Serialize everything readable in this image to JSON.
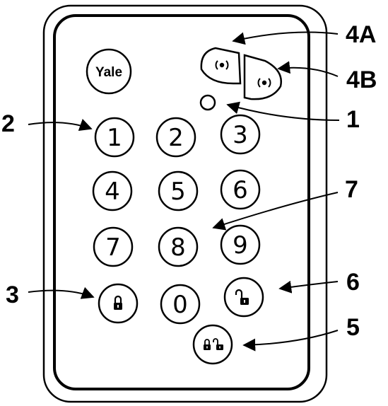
{
  "device": {
    "logo_text": "Yale",
    "keys": [
      "1",
      "2",
      "3",
      "4",
      "5",
      "6",
      "7",
      "8",
      "9",
      "0"
    ],
    "icons": {
      "lock_key": "padlock-closed-icon",
      "unlock_key": "padlock-open-icon",
      "part_arm_key": "padlock-closed-open-icon",
      "panic_key_a": "signal-icon",
      "panic_key_b": "signal-icon",
      "led": "status-led"
    }
  },
  "callouts": {
    "c4a": "4A",
    "c4b": "4B",
    "c1": "1",
    "c2": "2",
    "c7": "7",
    "c3": "3",
    "c6": "6",
    "c5": "5"
  },
  "colors": {
    "ink": "#000000",
    "background": "#ffffff"
  }
}
